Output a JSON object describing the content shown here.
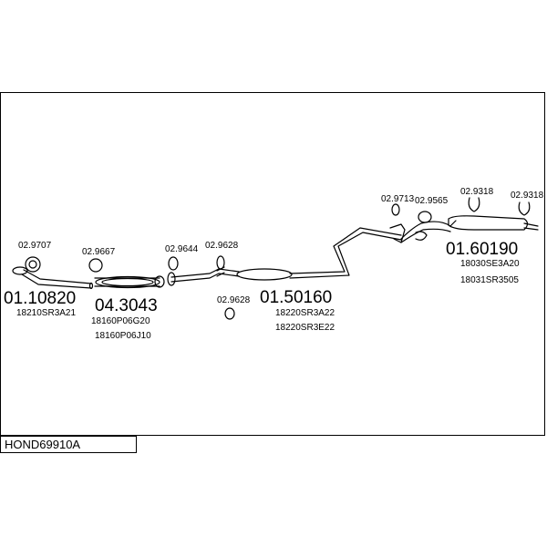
{
  "diagram": {
    "code": "HOND69910A",
    "parts": [
      {
        "number": "01.10820",
        "oem": [
          "18210SR3A21"
        ]
      },
      {
        "number": "04.3043",
        "oem": [
          "18160P06G20",
          "18160P06J10"
        ]
      },
      {
        "number": "01.50160",
        "oem": [
          "18220SR3A22",
          "18220SR3E22"
        ]
      },
      {
        "number": "01.60190",
        "oem": [
          "18030SE3A20",
          "18031SR3505"
        ]
      }
    ],
    "fittings": [
      "02.9707",
      "02.9667",
      "02.9644",
      "02.9628",
      "02.9628",
      "02.9713",
      "02.9565",
      "02.9318",
      "02.9318"
    ]
  }
}
